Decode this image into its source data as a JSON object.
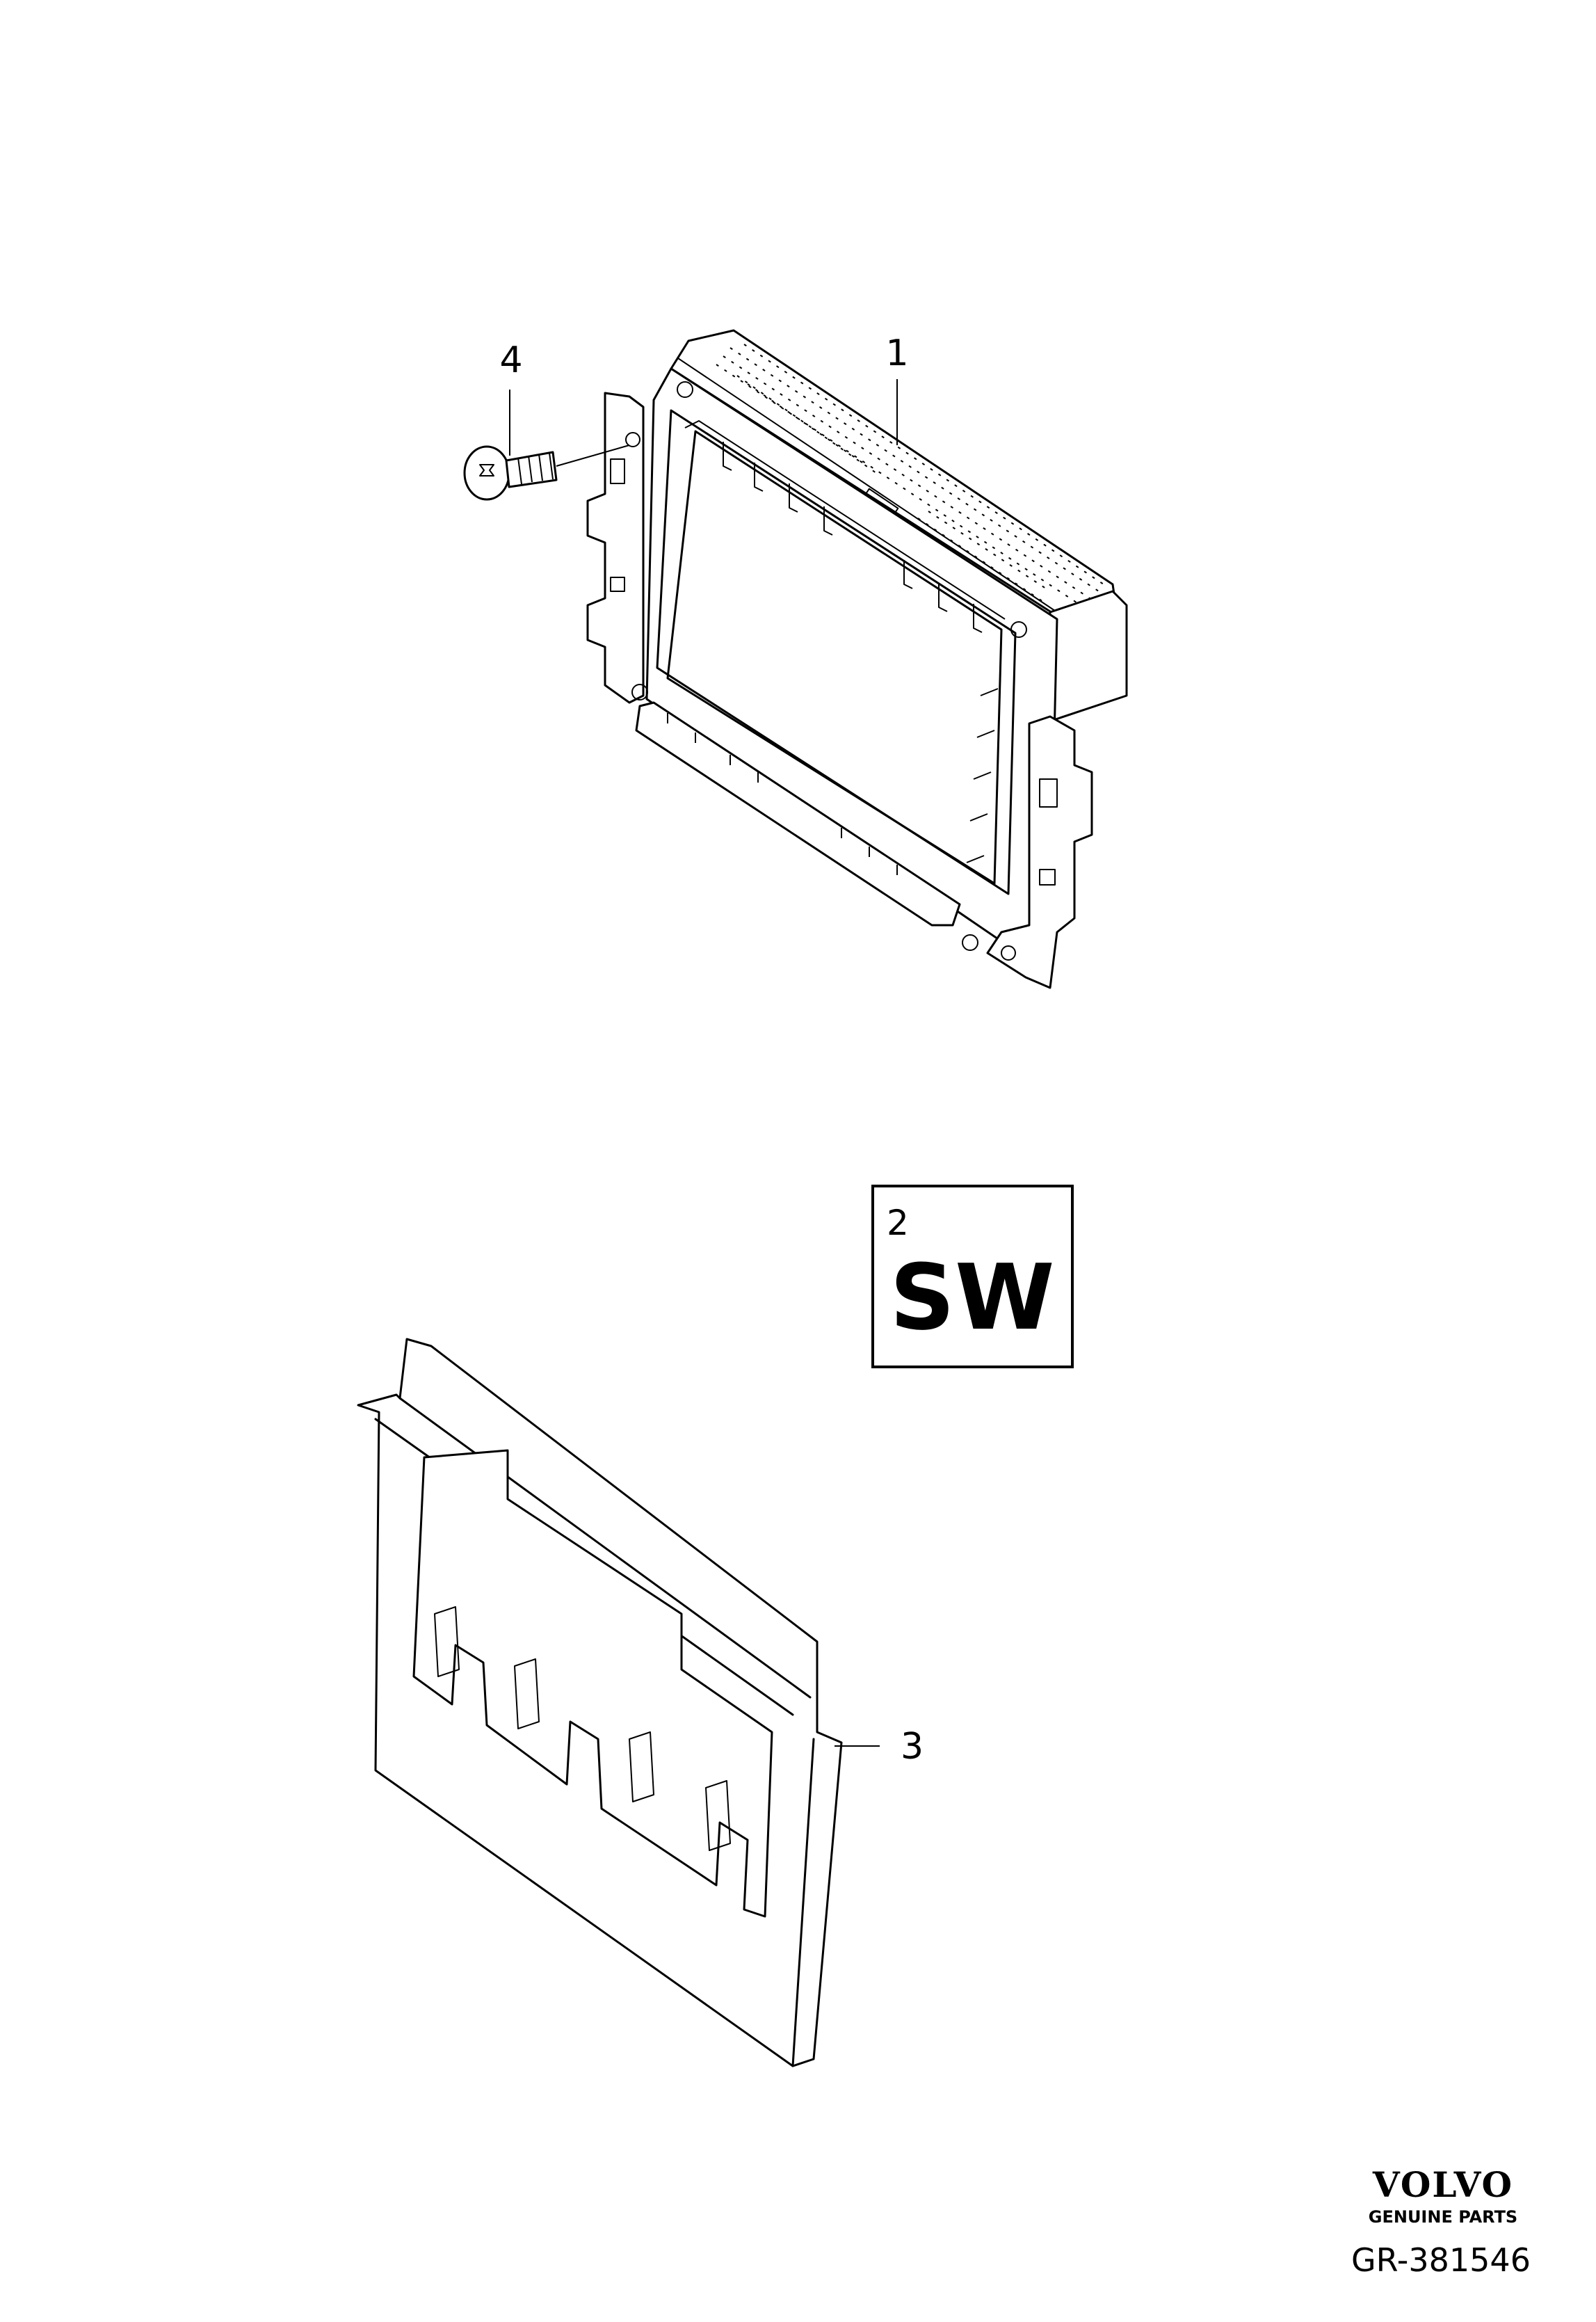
{
  "callouts": {
    "part_1": "1",
    "part_3": "3",
    "part_4": "4"
  },
  "software_box": {
    "number": "2",
    "code": "SW"
  },
  "brand": {
    "name": "VOLVO",
    "tagline": "GENUINE PARTS"
  },
  "reference": "GR-381546",
  "colors": {
    "line": "#000000",
    "background": "#ffffff"
  }
}
